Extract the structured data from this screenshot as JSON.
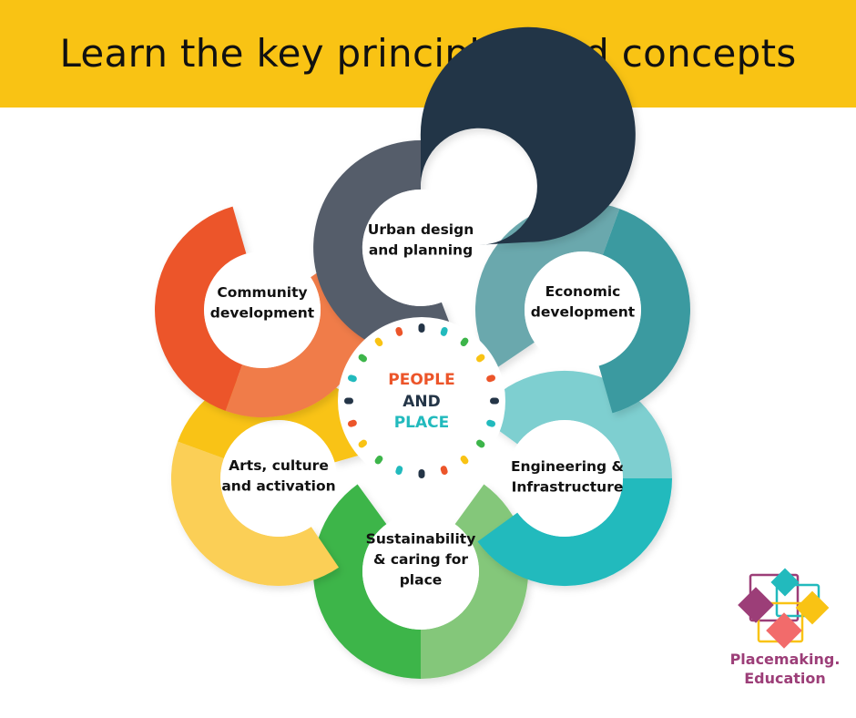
{
  "title": "Learn the key principles and concepts",
  "colors": {
    "banner": "#F9C314",
    "urban": [
      "#243547",
      "#545D6B"
    ],
    "economic": [
      "#3A9AA0",
      "#6AA8AD"
    ],
    "engineering": [
      "#22BABD",
      "#7ECFD0"
    ],
    "sustainability": [
      "#3DB54A",
      "#84C77A"
    ],
    "arts": [
      "#F9C314",
      "#FBCF56"
    ],
    "community": [
      "#EC552A",
      "#F07B4A"
    ]
  },
  "petals": [
    {
      "id": "urban",
      "lines": [
        "Urban design",
        "and planning"
      ]
    },
    {
      "id": "economic",
      "lines": [
        "Economic",
        "development"
      ]
    },
    {
      "id": "engineering",
      "lines": [
        "Engineering &",
        "Infrastructure"
      ]
    },
    {
      "id": "sustainability",
      "lines": [
        "Sustainability",
        "& caring for",
        "place"
      ]
    },
    {
      "id": "arts",
      "lines": [
        "Arts, culture",
        "and activation"
      ]
    },
    {
      "id": "community",
      "lines": [
        "Community",
        "development"
      ]
    }
  ],
  "center": {
    "line1": "PEOPLE",
    "line2": "AND",
    "line3": "PLACE"
  },
  "center_colors": [
    "#EC552A",
    "#243547",
    "#22BABD"
  ],
  "logo": {
    "line1": "Placemaking.",
    "line2": "Education"
  }
}
